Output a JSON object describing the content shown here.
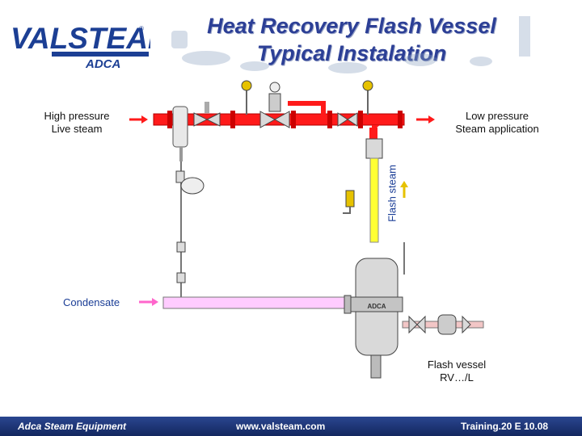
{
  "logo": {
    "brand": "VALSTEAM",
    "sub": "ADCA",
    "reg": "®"
  },
  "title": {
    "line1": "Heat Recovery Flash Vessel",
    "line2": "Typical Instalation"
  },
  "labels": {
    "high_pressure": "High pressure\nLive steam",
    "low_pressure": "Low pressure\nSteam application",
    "flash_steam": "Flash steam",
    "condensate": "Condensate",
    "vessel": "Flash vessel\nRV…/L",
    "vessel_brand": "ADCA"
  },
  "footer": {
    "left": "Adca Steam Equipment",
    "center": "www.valsteam.com",
    "right": "Training.20 E 10.08"
  },
  "colors": {
    "steam_red": "#ff1a1a",
    "flash_yellow": "#ffff33",
    "condensate_pink": "#ffccff",
    "title_blue": "#2c3f96"
  }
}
